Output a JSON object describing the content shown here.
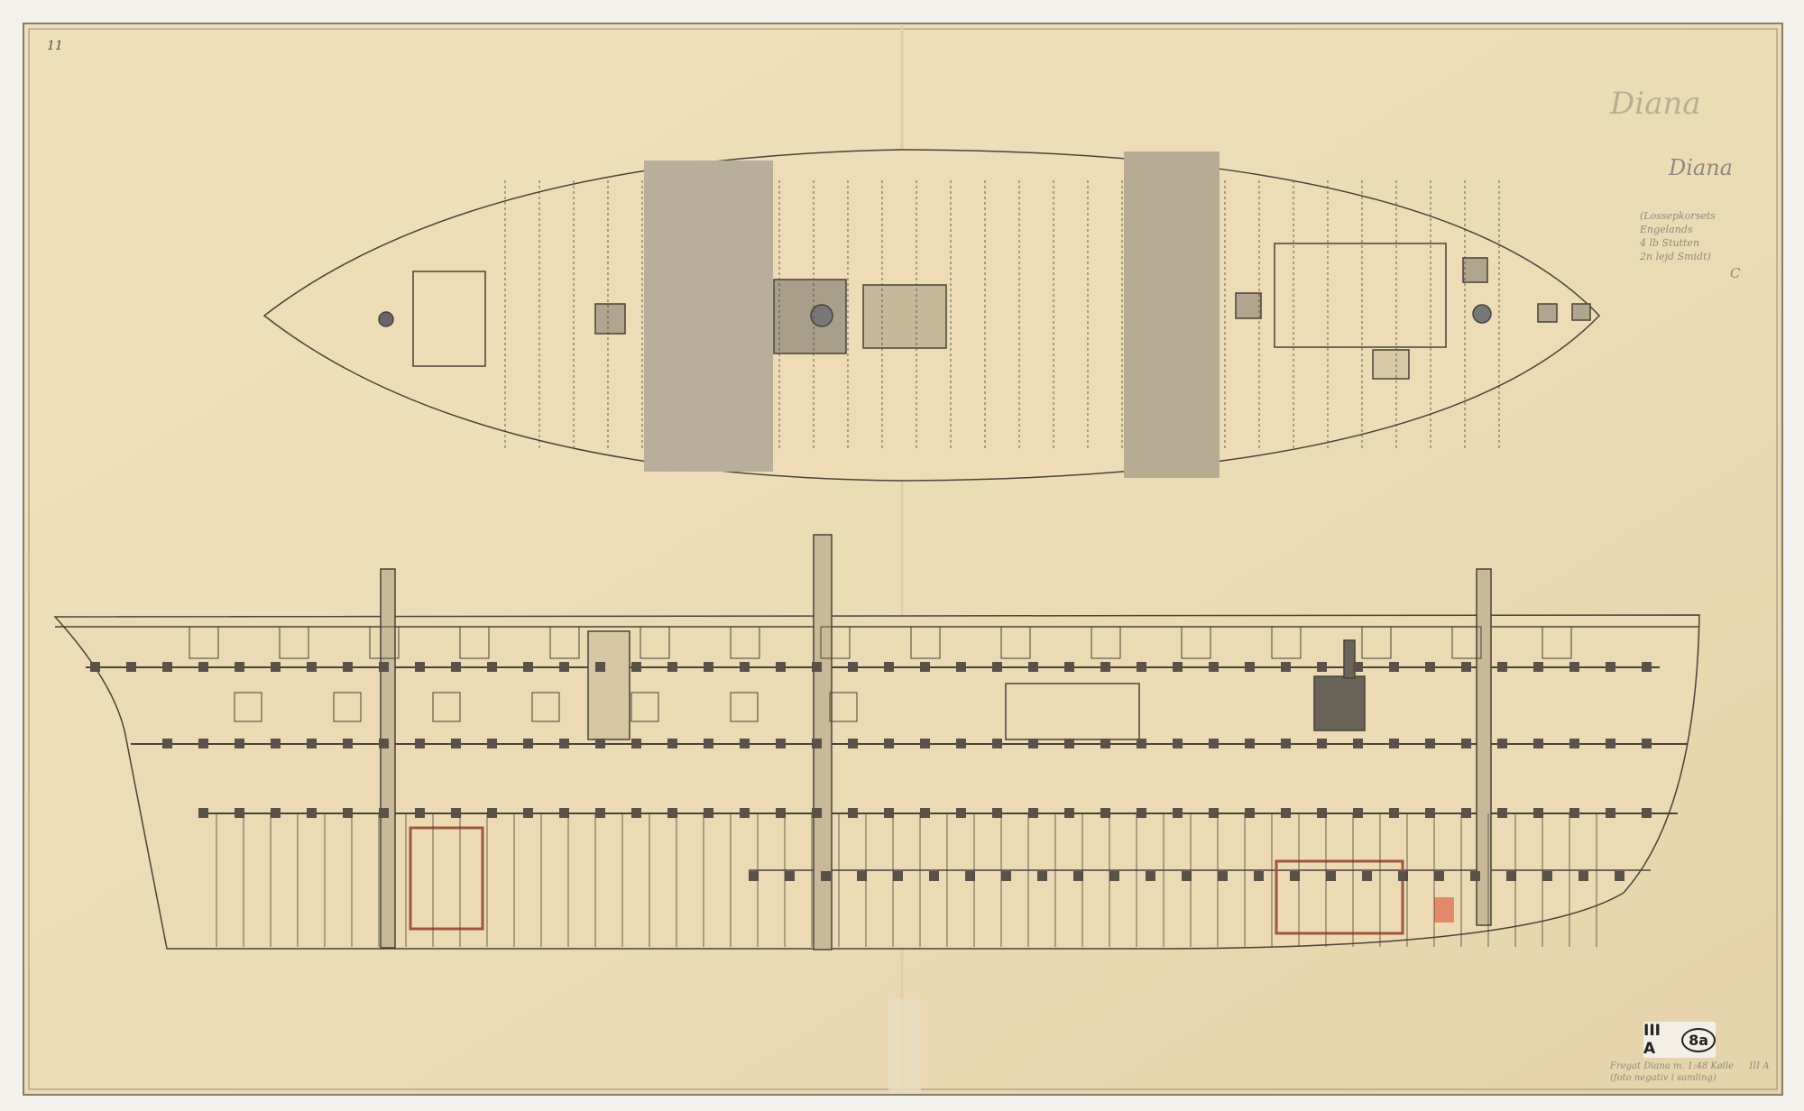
{
  "sheet": {
    "corner_number": "11",
    "paper_color": "#ecdcb8",
    "ink_color": "#4a4238",
    "wash_color": "#b8ab93"
  },
  "annotations": {
    "title_faint": "Diana",
    "title": "Diana",
    "note_lines": [
      "(Lossepkorsets",
      "Engelands",
      "4 lb Stutten",
      "2n lejd Smidt)"
    ],
    "note_mark": "C"
  },
  "catalog_label": {
    "series": "III A",
    "number": "8a"
  },
  "footer_note": {
    "line1": "Fregat Diana m. 1:48 Kølle",
    "series": "III A",
    "line2": "(foto negativ i samling)"
  }
}
